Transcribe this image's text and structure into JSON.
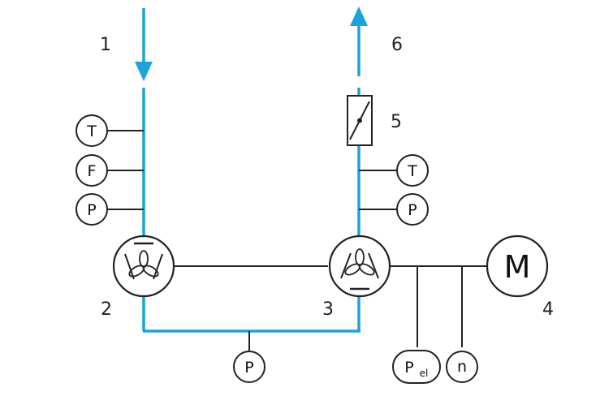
{
  "labels": {
    "inlet": "1",
    "compressor_left": "2",
    "compressor_right": "3",
    "motor": "4",
    "valve": "5",
    "outlet": "6"
  },
  "instruments": {
    "left_temperature": "T",
    "left_flow": "F",
    "left_pressure": "P",
    "right_temperature": "T",
    "right_pressure": "P",
    "bottom_pressure": "P",
    "power_main": "P",
    "power_sub": "el",
    "speed": "n"
  },
  "motor_label": "M",
  "colors": {
    "flow_line": "#1aa3dd",
    "line": "#222222"
  }
}
